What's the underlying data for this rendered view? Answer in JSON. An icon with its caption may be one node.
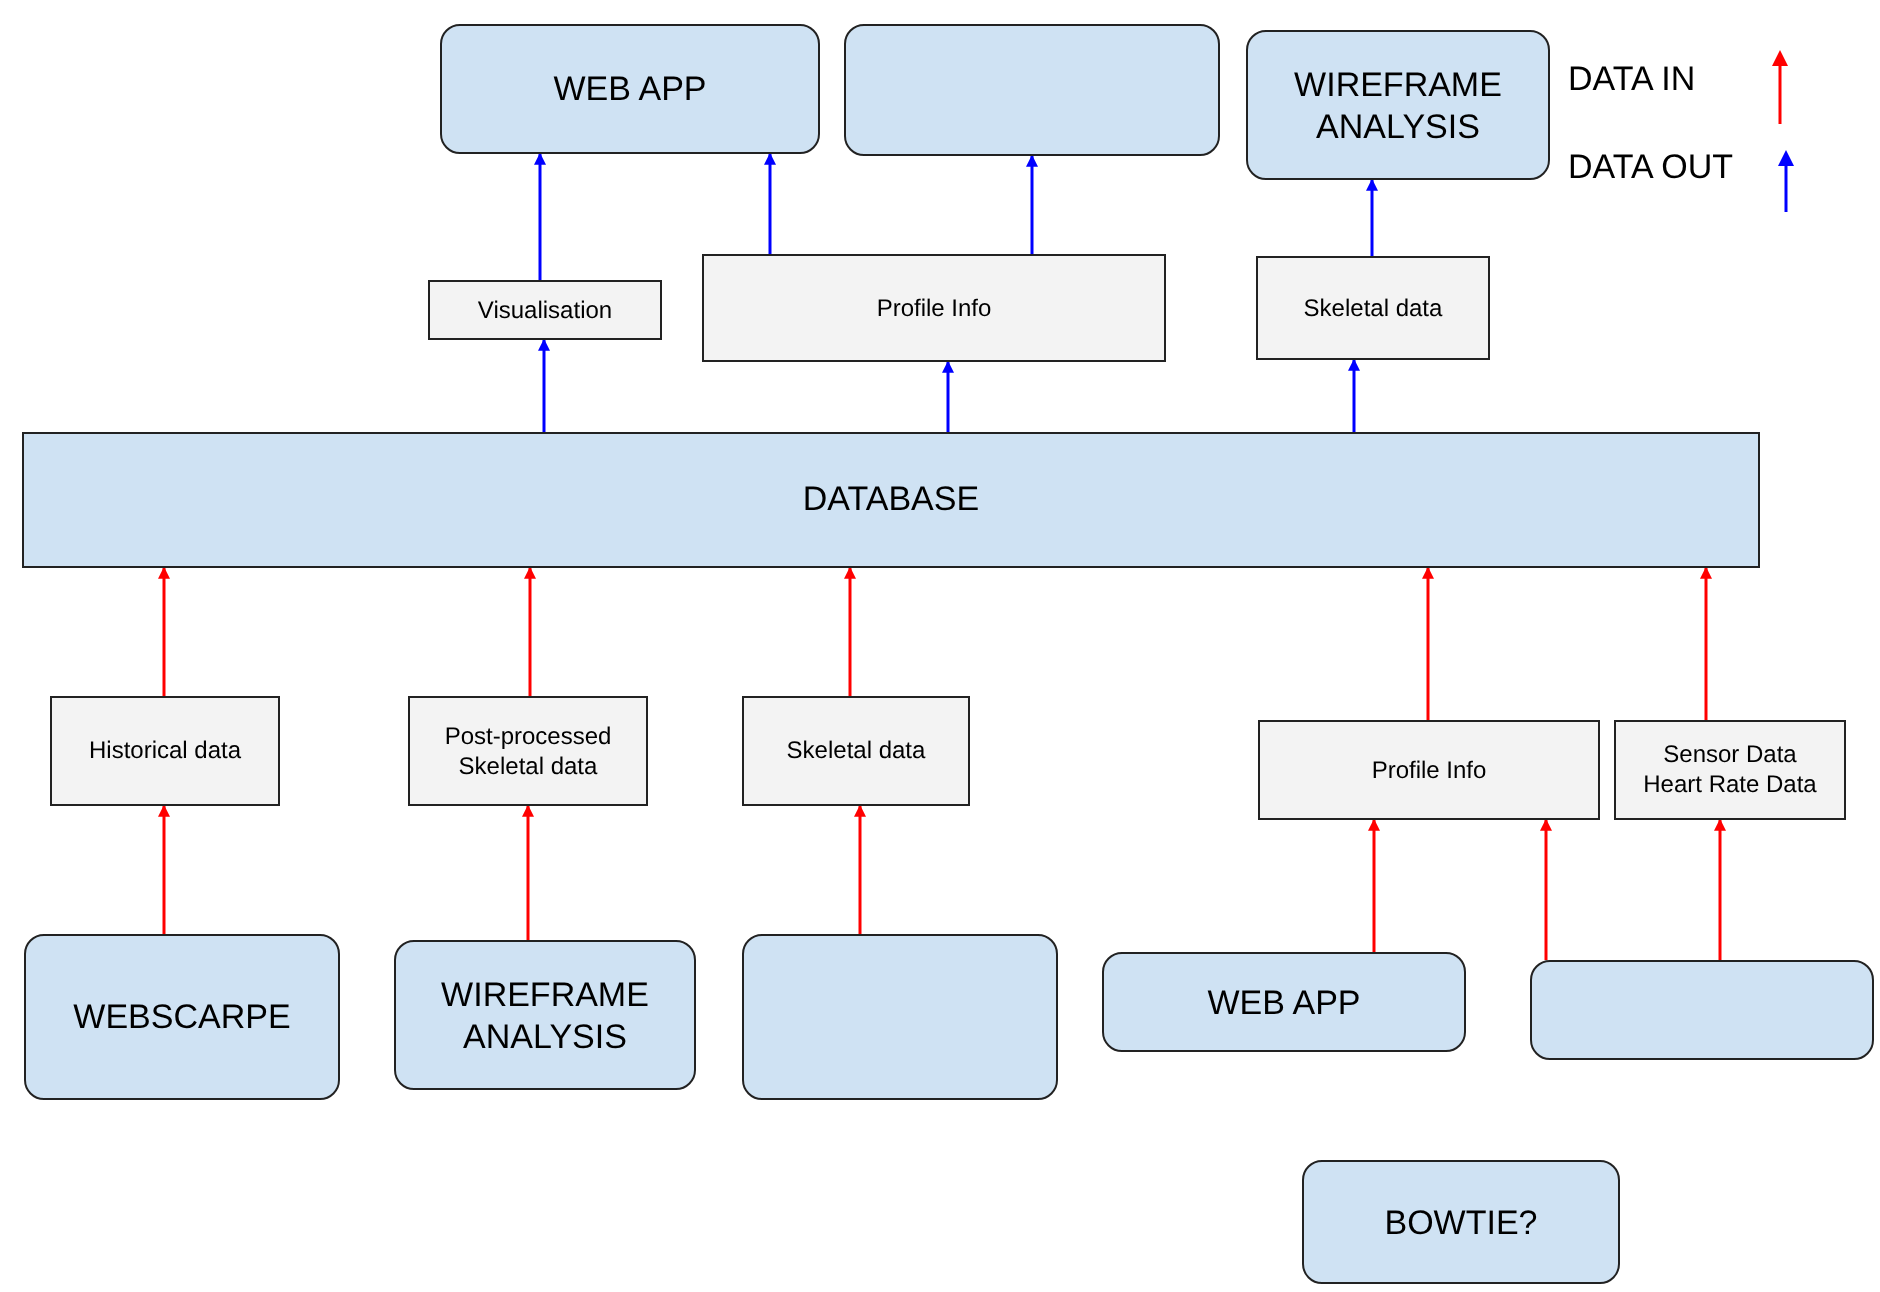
{
  "diagram": {
    "nodes": [
      {
        "text": [
          "WEB APP"
        ]
      },
      {
        "text": [],
        "shape": "box"
      },
      {
        "text": [
          "WIREFRAME ANALYSIS"
        ]
      },
      {
        "text": [
          "Visualisation"
        ]
      },
      {
        "text": [
          "Profile Info"
        ]
      },
      {
        "text": [
          "Skeletal data"
        ]
      },
      {
        "text": [
          "DATABASE"
        ]
      },
      {
        "text": [
          "Historical data"
        ]
      },
      {
        "text": [
          "Post-processed Skeletal data"
        ]
      },
      {
        "text": [
          "Skeletal data"
        ]
      },
      {
        "text": [
          "Profile Info"
        ]
      },
      {
        "text": [
          "Sensor Data Heart Rate Data"
        ]
      },
      {
        "text": [
          "WEBSCARPE"
        ]
      },
      {
        "text": [
          "WIREFRAME ANALYSIS"
        ]
      },
      {
        "text": [],
        "shape": "box"
      },
      {
        "text": [
          "WEB APP"
        ]
      },
      {
        "text": [],
        "shape": "box"
      },
      {
        "text": [
          "BOWTIE?"
        ]
      }
    ],
    "edges": [
      {
        "from": 3,
        "to": 0,
        "arrow": "to",
        "color": "#0000ff"
      },
      {
        "from": 4,
        "to": 0,
        "arrow": "to",
        "color": "#0000ff"
      },
      {
        "from": 4,
        "to": 1,
        "arrow": "to",
        "color": "#0000ff"
      },
      {
        "from": 5,
        "to": 2,
        "arrow": "to",
        "color": "#0000ff"
      },
      {
        "from": 6,
        "to": 3,
        "arrow": "to",
        "color": "#0000ff"
      },
      {
        "from": 6,
        "to": 4,
        "arrow": "to",
        "color": "#0000ff"
      },
      {
        "from": 6,
        "to": 5,
        "arrow": "to",
        "color": "#0000ff"
      },
      {
        "from": 7,
        "to": 6,
        "arrow": "to"
      },
      {
        "from": 8,
        "to": 6,
        "arrow": "to"
      },
      {
        "from": 9,
        "to": 6,
        "arrow": "to"
      },
      {
        "from": 10,
        "to": 6,
        "arrow": "to"
      },
      {
        "from": 11,
        "to": 6,
        "arrow": "to"
      },
      {
        "from": 12,
        "to": 7,
        "arrow": "to"
      },
      {
        "from": 13,
        "to": 8,
        "arrow": "to"
      },
      {
        "from": 14,
        "to": 9,
        "arrow": "to"
      },
      {
        "from": 15,
        "to": 10,
        "arrow": "to"
      },
      {
        "from": 16,
        "to": 10,
        "arrow": "to"
      },
      {
        "from": 16,
        "to": 11,
        "arrow": "to"
      }
    ],
    "legend": [
      {
        "text": "DATA IN"
      },
      {
        "text": "DATA OUT"
      }
    ]
  }
}
